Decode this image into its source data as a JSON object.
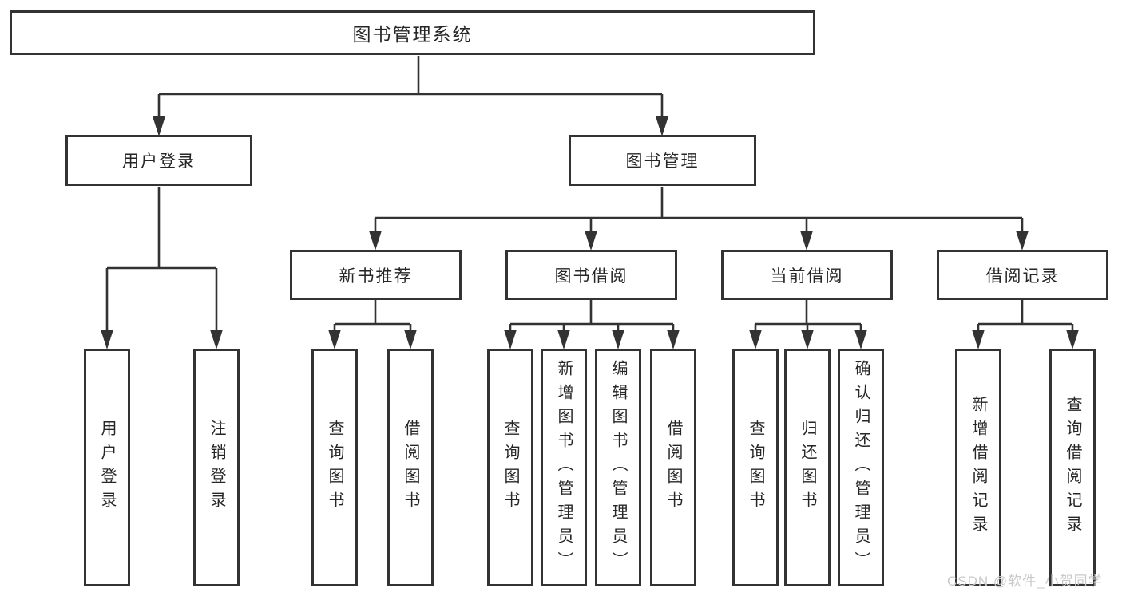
{
  "tree": {
    "label": "图书管理系统",
    "children": [
      {
        "label": "用户登录",
        "children": [
          {
            "label": "用户登录"
          },
          {
            "label": "注销登录"
          }
        ]
      },
      {
        "label": "图书管理",
        "children": [
          {
            "label": "新书推荐",
            "children": [
              {
                "label": "查询图书"
              },
              {
                "label": "借阅图书"
              }
            ]
          },
          {
            "label": "图书借阅",
            "children": [
              {
                "label": "查询图书"
              },
              {
                "label": "新增图书（管理员）"
              },
              {
                "label": "编辑图书（管理员）"
              },
              {
                "label": "借阅图书"
              }
            ]
          },
          {
            "label": "当前借阅",
            "children": [
              {
                "label": "查询图书"
              },
              {
                "label": "归还图书"
              },
              {
                "label": "确认归还（管理员）"
              }
            ]
          },
          {
            "label": "借阅记录",
            "children": [
              {
                "label": "新增借阅记录"
              },
              {
                "label": "查询借阅记录"
              }
            ]
          }
        ]
      }
    ]
  },
  "colors": {
    "line": "#333333",
    "text": "#262626",
    "watermark": "#c9c9c9",
    "background": "#ffffff"
  },
  "watermark": "CSDN @软件_小贺同学"
}
